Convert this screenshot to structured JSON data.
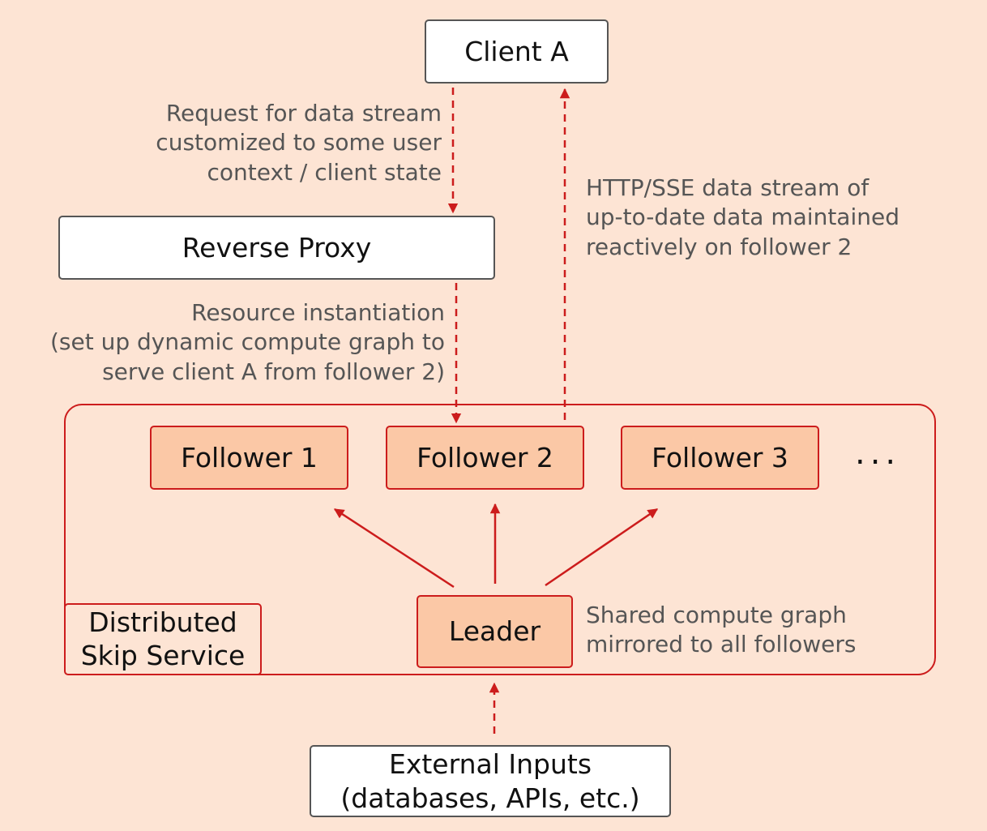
{
  "nodes": {
    "client_a": "Client A",
    "reverse_proxy": "Reverse Proxy",
    "follower_1": "Follower 1",
    "follower_2": "Follower 2",
    "follower_3": "Follower 3",
    "more_followers": "...",
    "leader": "Leader",
    "external_inputs": [
      "External Inputs",
      "(databases, APIs, etc.)"
    ],
    "cluster_label": [
      "Distributed",
      "Skip Service"
    ]
  },
  "annotations": {
    "request": [
      "Request for data stream",
      "customized to some user",
      "context / client state"
    ],
    "stream": [
      "HTTP/SSE data stream of",
      "up-to-date data maintained",
      "reactively on follower 2"
    ],
    "instantiation": [
      "Resource instantiation",
      "(set up dynamic compute graph to",
      "serve client A from follower 2)"
    ],
    "shared_graph": [
      "Shared compute graph",
      "mirrored to all followers"
    ]
  },
  "colors": {
    "background": "#fde4d4",
    "accent_red": "#cc1c1c",
    "node_fill": "#fbc8a6",
    "note_text": "#555555"
  }
}
